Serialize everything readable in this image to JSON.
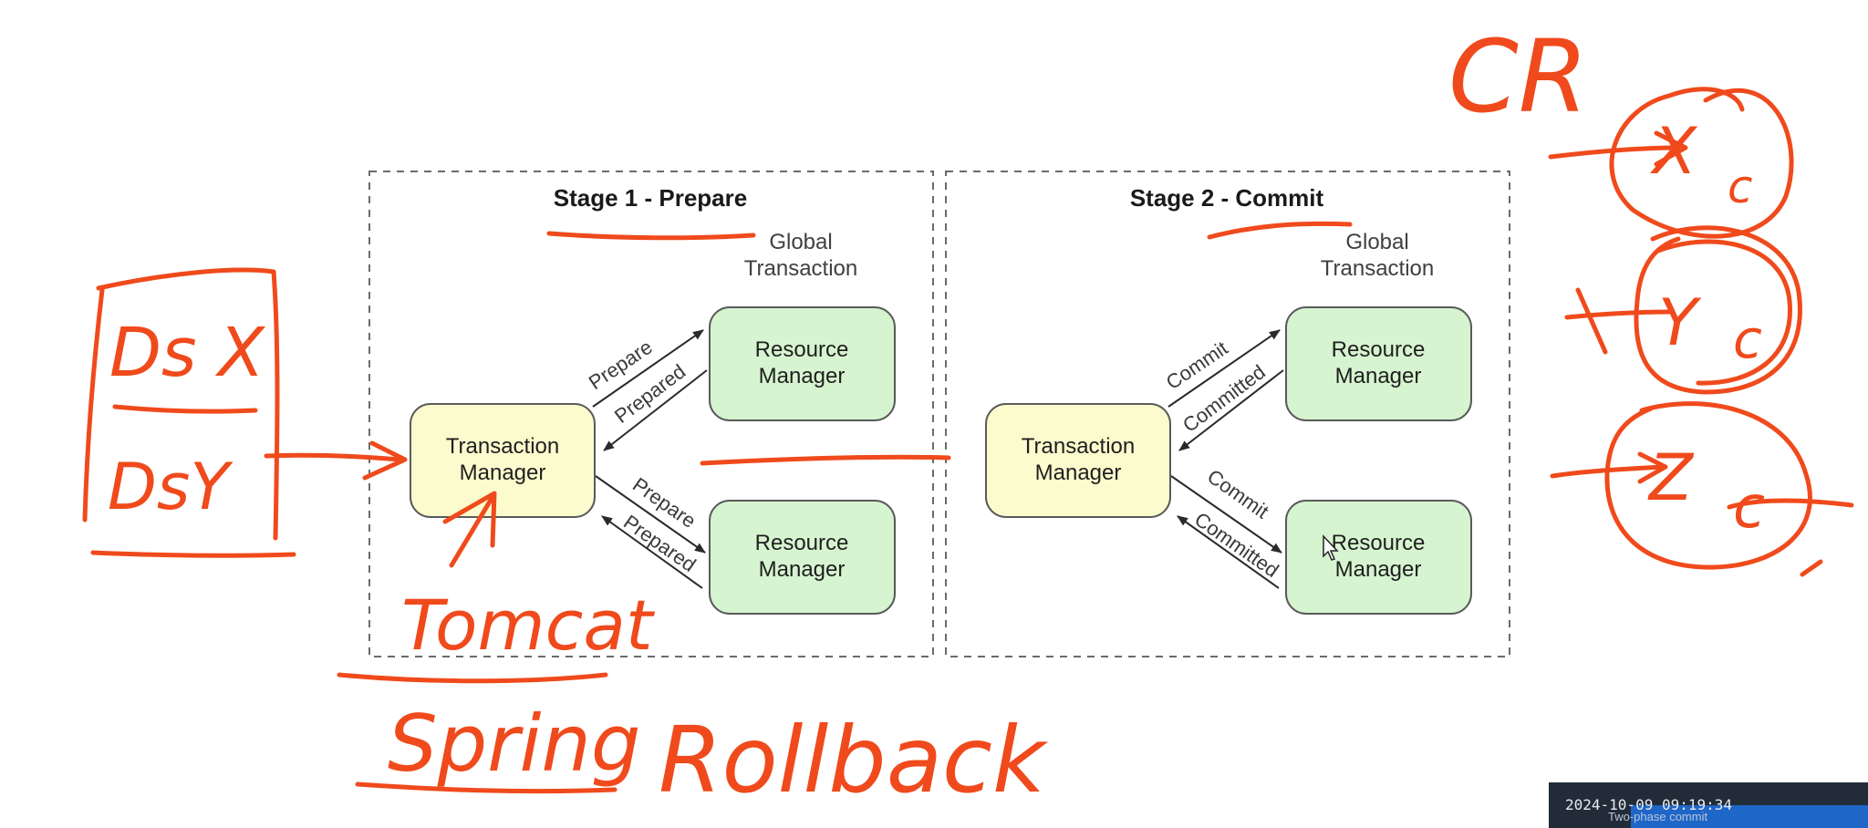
{
  "stage1": {
    "title": "Stage 1 - Prepare",
    "global_transaction": [
      "Global",
      "Transaction"
    ],
    "transaction_manager": [
      "Transaction",
      "Manager"
    ],
    "resource_manager": [
      "Resource",
      "Manager"
    ],
    "arrow_labels": {
      "top_out": "Prepare",
      "top_back": "Prepared",
      "bottom_out": "Prepare",
      "bottom_back": "Prepared"
    }
  },
  "stage2": {
    "title": "Stage 2 - Commit",
    "global_transaction": [
      "Global",
      "Transaction"
    ],
    "transaction_manager": [
      "Transaction",
      "Manager"
    ],
    "resource_manager": [
      "Resource",
      "Manager"
    ],
    "arrow_labels": {
      "top_out": "Commit",
      "top_back": "Committed",
      "bottom_out": "Commit",
      "bottom_back": "Committed"
    }
  },
  "annotations": {
    "datasources": [
      "Ds X",
      "DsY"
    ],
    "tomcat": "Tomcat",
    "spring": "Spring",
    "rollback": "Rollback",
    "cr": "CR",
    "nodes": [
      "X",
      "Y",
      "Z"
    ],
    "node_marks": [
      "c",
      "c",
      "c"
    ]
  },
  "status_bar": {
    "timestamp": "2024-10-09 09:19:34",
    "caption": "Two-phase commit"
  },
  "colors": {
    "transaction_manager_fill": "#fbfbce",
    "resource_manager_fill": "#d6f4d0",
    "ink": "#f04a1c"
  }
}
